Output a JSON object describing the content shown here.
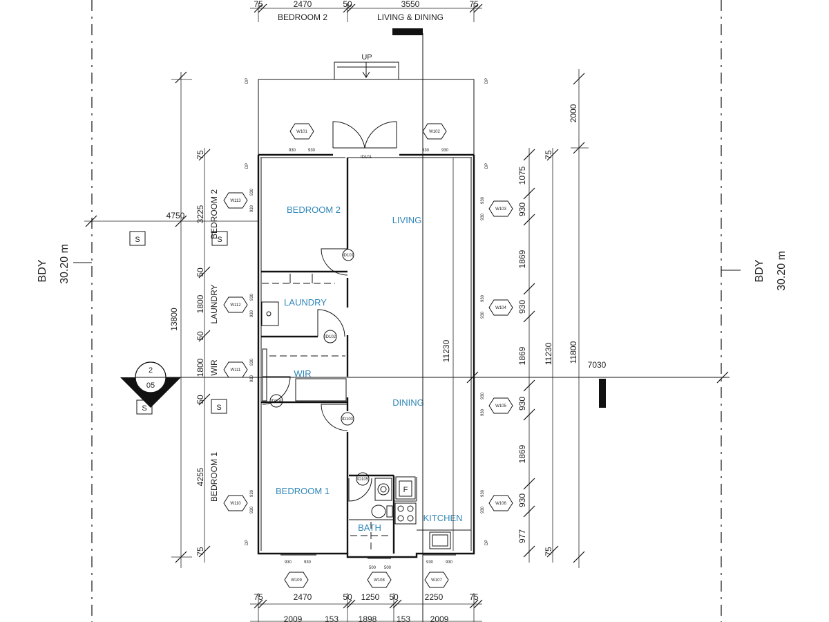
{
  "stair_label": "UP",
  "boundary": {
    "left": [
      "BDY",
      "30.20 m"
    ],
    "right": [
      "BDY",
      "30.20 m"
    ]
  },
  "rooms": {
    "bedroom2": "BEDROOM 2",
    "living": "LIVING",
    "laundry": "LAUNDRY",
    "wir": "WIR",
    "dining": "DINING",
    "bedroom1": "BEDROOM 1",
    "bath": "BATH",
    "kitchen": "KITCHEN"
  },
  "windows": {
    "w101": "W101",
    "w102": "W102",
    "w103": "W103",
    "w104": "W104",
    "w105": "W105",
    "w106": "W106",
    "w107": "W107",
    "w108": "W108",
    "w109": "W109",
    "w110": "W110",
    "w111": "W111",
    "w112": "W112",
    "w113": "W113"
  },
  "doors": {
    "d101_top": "ID101",
    "d101": "ID101",
    "d102": "ID102",
    "d103": "ID103",
    "d104": "ID104",
    "d105": "ID105"
  },
  "window_dims": {
    "w930": "930",
    "w500": "500"
  },
  "section_marker": {
    "number": "2",
    "sheet": "05"
  },
  "service_symbols": {
    "s": "S",
    "fridge": "F",
    "dp": "DP"
  },
  "top_dims": {
    "a": "75",
    "b": "2470",
    "c": "50",
    "d": "3550",
    "e": "75",
    "label_bedroom2": "BEDROOM 2",
    "label_living": "LIVING & DINING"
  },
  "bottom_dims": {
    "a": "75",
    "b": "2470",
    "c": "50",
    "d": "1250",
    "e": "50",
    "f": "2250",
    "g": "75",
    "h": "2009",
    "i": "153",
    "j": "1898",
    "k": "153",
    "l": "2009"
  },
  "left_dims": {
    "overall": "13800",
    "setback": "4750",
    "s75a": "75",
    "s3225": "3225",
    "s50a": "50",
    "s1800a": "1800",
    "s50b": "50",
    "s1800b": "1800",
    "s50c": "50",
    "s4255": "4255",
    "s75b": "75",
    "lbl_bedroom2": "BEDROOM 2",
    "lbl_laundry": "LAUNDRY",
    "lbl_wir": "WIR",
    "lbl_bedroom1": "BEDROOM 1"
  },
  "right_dims": {
    "s75a": "75",
    "s1075": "1075",
    "s930a": "930",
    "s1869a": "1869",
    "s930b": "930",
    "s1869b": "1869",
    "s930c": "930",
    "s1869c": "1869",
    "s930d": "930",
    "s977": "977",
    "s75b": "75",
    "s11230": "11230",
    "s11800": "11800",
    "s2000": "2000",
    "width": "7030"
  },
  "centre_dim": "11230"
}
